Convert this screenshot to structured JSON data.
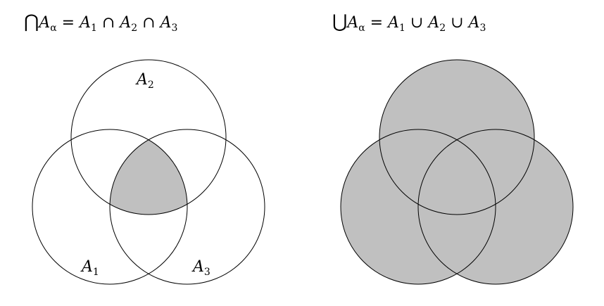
{
  "formulas": {
    "intersection": {
      "big_op": "⋂",
      "lhs_sub": "α",
      "terms": [
        "A",
        "A",
        "A"
      ],
      "subs": [
        "1",
        "2",
        "3"
      ],
      "ops": [
        "∩",
        "∩"
      ]
    },
    "union": {
      "big_op": "⋃",
      "lhs_sub": "α",
      "terms": [
        "A",
        "A",
        "A"
      ],
      "subs": [
        "1",
        "2",
        "3"
      ],
      "ops": [
        "∪",
        "∪"
      ]
    }
  },
  "labels": {
    "a1": "A",
    "a1_sub": "1",
    "a2": "A",
    "a2_sub": "2",
    "a3": "A",
    "a3_sub": "3"
  },
  "colors": {
    "fill": "#c0c0c0",
    "stroke": "#000000",
    "background": "#ffffff"
  }
}
